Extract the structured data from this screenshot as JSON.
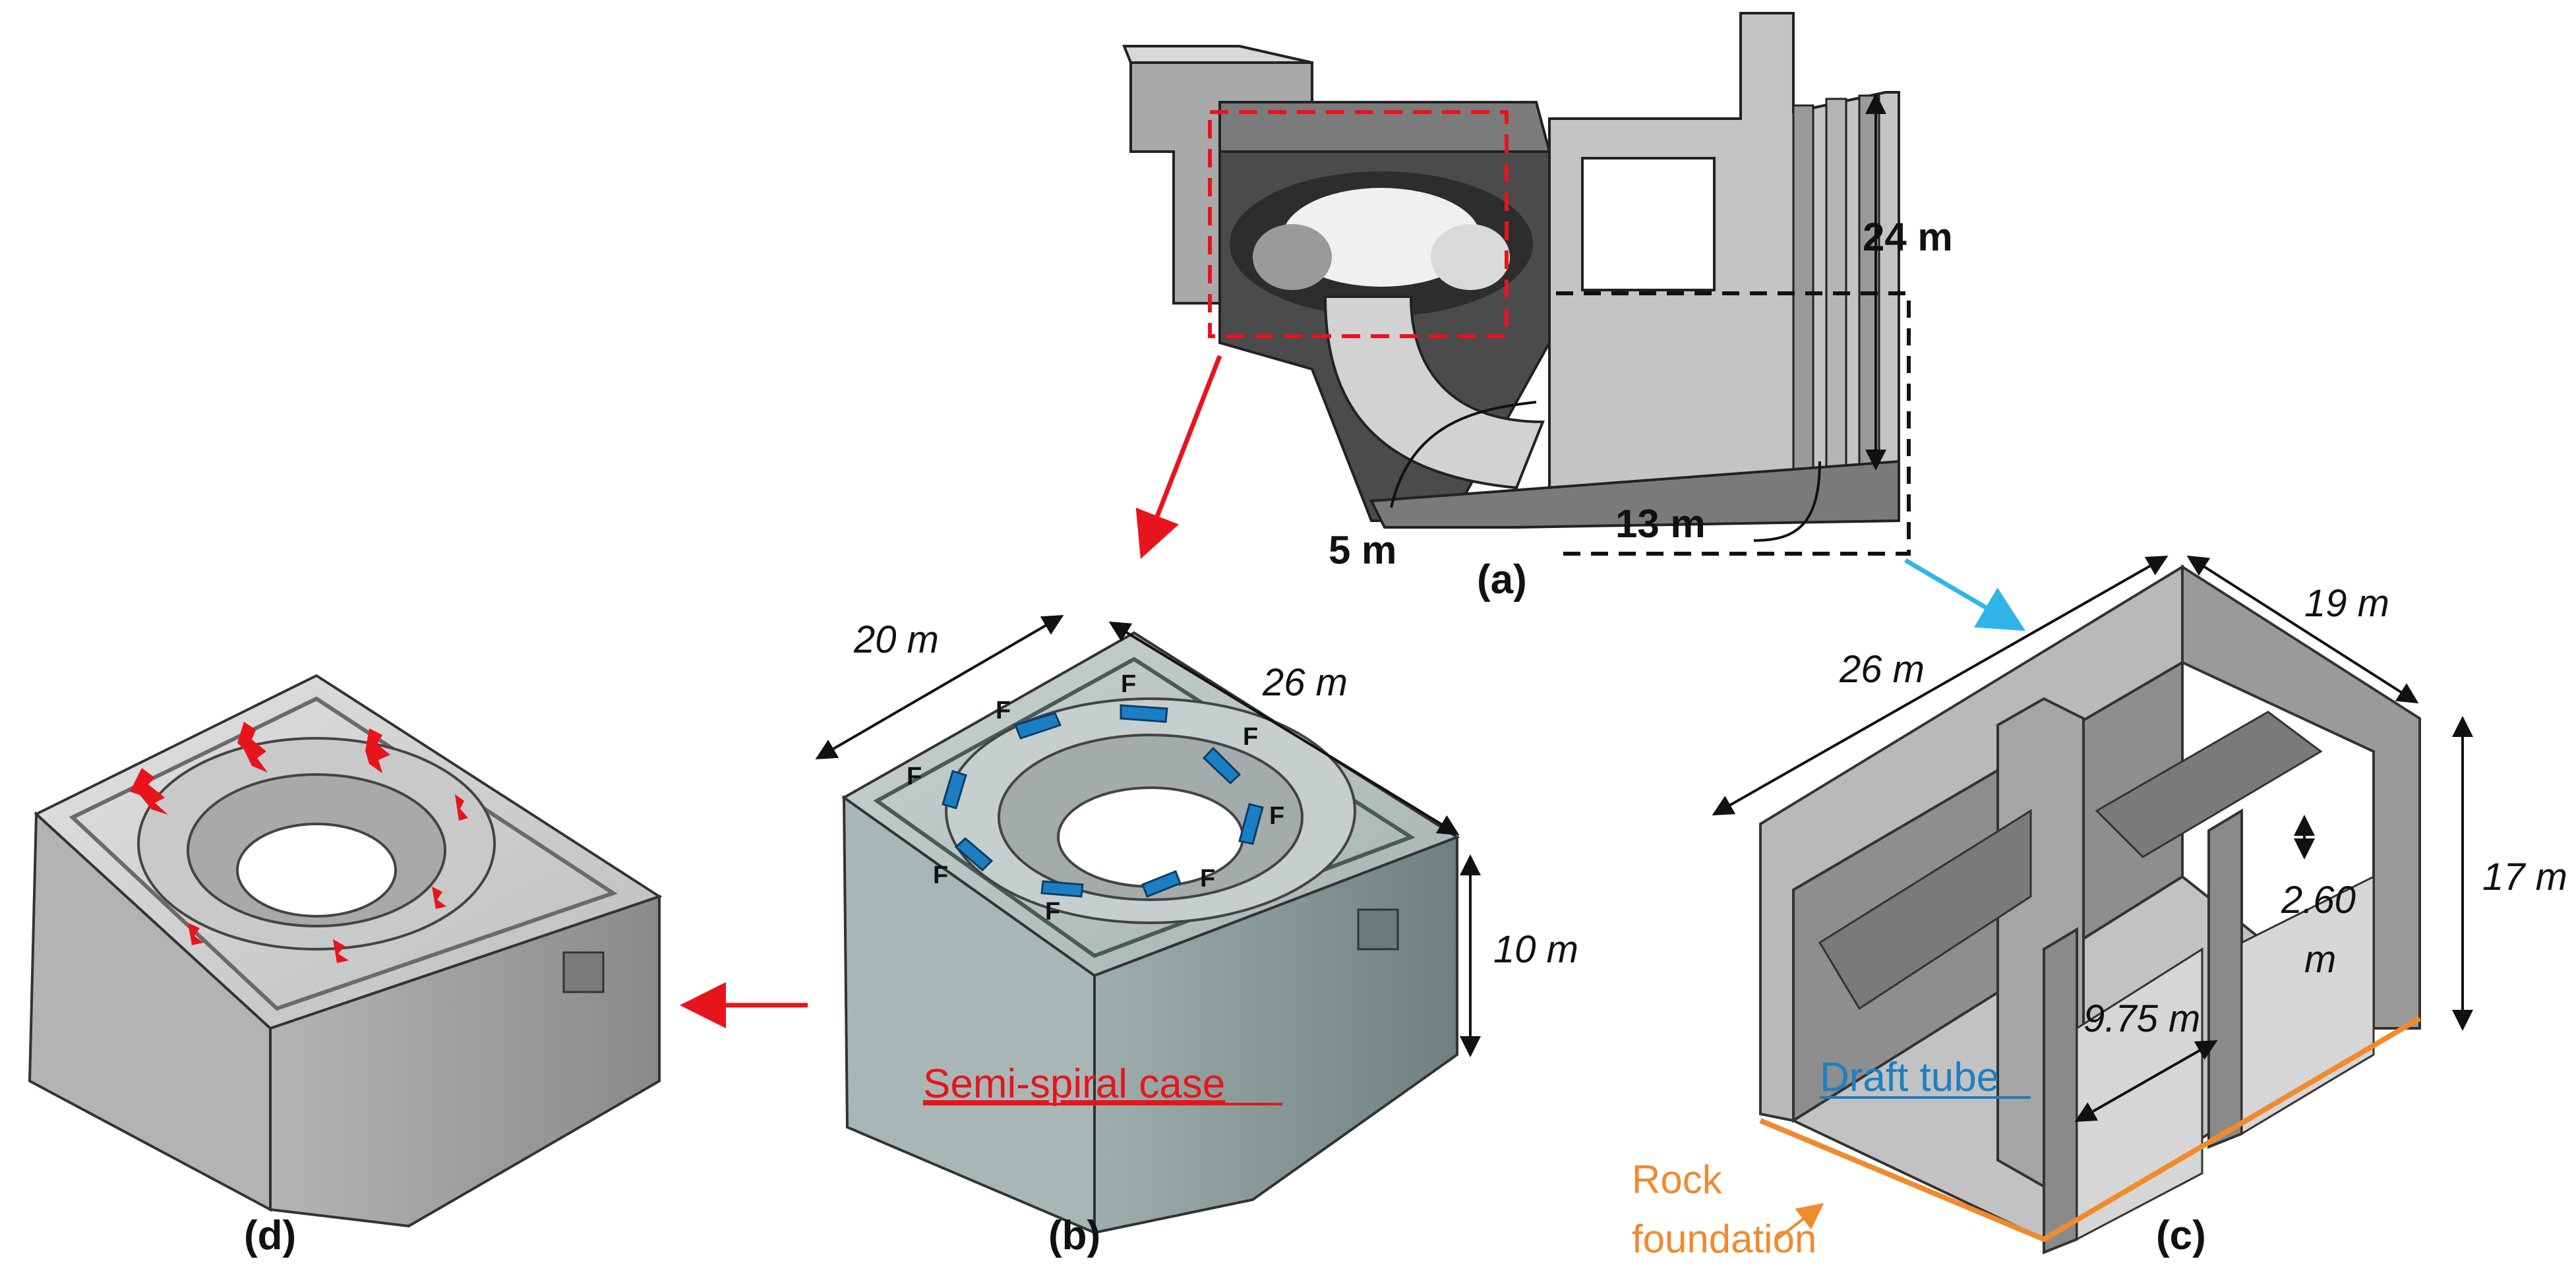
{
  "panels": {
    "a": {
      "label": "(a)",
      "dim_height": "24 m",
      "dim_width": "13 m",
      "dim_diameter": "5 m"
    },
    "b": {
      "label": "(b)",
      "dim_a": "20 m",
      "dim_b": "26 m",
      "dim_h": "10 m",
      "force_label": "F",
      "title": "Semi-spiral case"
    },
    "c": {
      "label": "(c)",
      "dim_len": "26 m",
      "dim_wid": "19 m",
      "dim_h": "17 m",
      "dim_step_1": "2.60",
      "dim_step_2": "m",
      "dim_inner": "9.75 m",
      "title": "Draft tube",
      "foundation_1": "Rock",
      "foundation_2": "foundation"
    },
    "d": {
      "label": "(d)"
    }
  },
  "colors": {
    "red": "#e8141c",
    "blue": "#1c7fc4",
    "cyan": "#31b5e8",
    "orange": "#f08a2e",
    "concrete_light": "#b8b8b8",
    "concrete_dark": "#4a4a4a",
    "case_green": "#a8b6b4"
  }
}
